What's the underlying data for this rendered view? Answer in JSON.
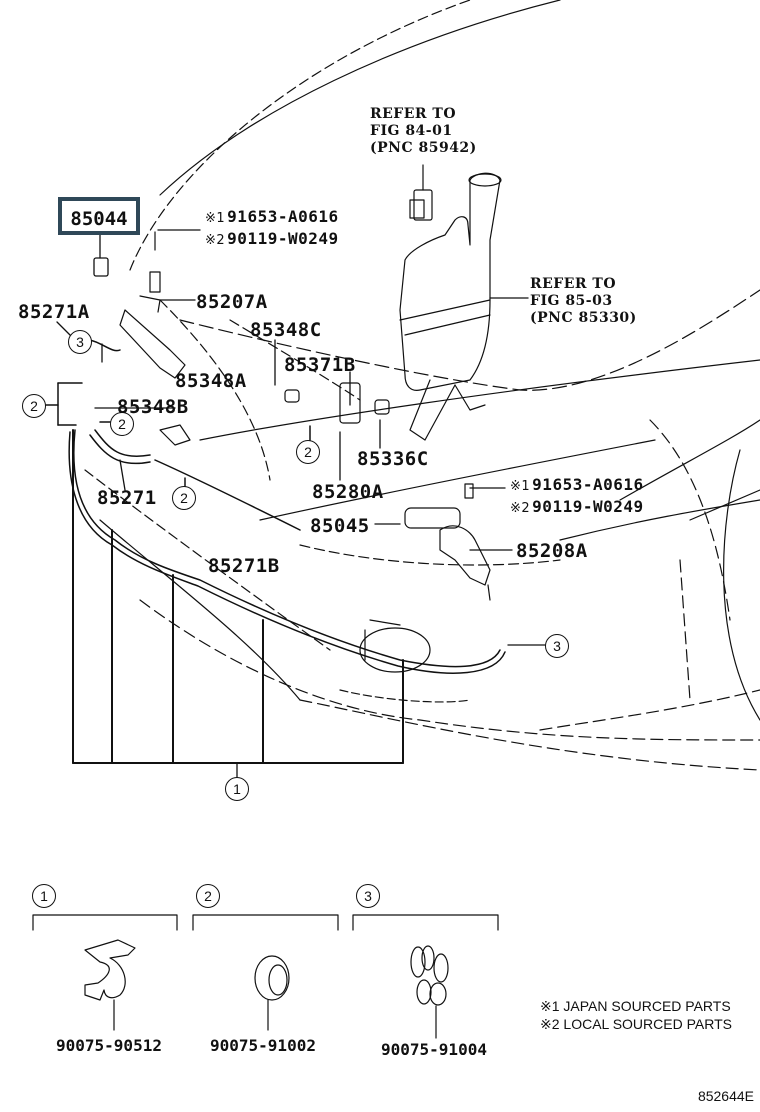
{
  "diagram": {
    "figure_id": "852644E",
    "highlight_color": "#2f4858",
    "highlighted_part": "85044",
    "refer_notes": [
      {
        "line1": "REFER TO",
        "line2": "FIG 84-01",
        "line3": "(PNC 85942)"
      },
      {
        "line1": "REFER TO",
        "line2": "FIG 85-03",
        "line3": "(PNC 85330)"
      }
    ],
    "bolt_refs": [
      {
        "mark1": "※1",
        "part1": "91653-A0616",
        "mark2": "※2",
        "part2": "90119-W0249"
      },
      {
        "mark1": "※1",
        "part1": "91653-A0616",
        "mark2": "※2",
        "part2": "90119-W0249"
      }
    ],
    "part_labels": {
      "p85044": "85044",
      "p85207A": "85207A",
      "p85271A": "85271A",
      "p85348C": "85348C",
      "p85371B": "85371B",
      "p85348A": "85348A",
      "p85348B": "85348B",
      "p85336C": "85336C",
      "p85271": "85271",
      "p85280A": "85280A",
      "p85045": "85045",
      "p85208A": "85208A",
      "p85271B": "85271B"
    },
    "callouts": {
      "c1": "1",
      "c2": "2",
      "c3": "3"
    },
    "clip_groups": [
      {
        "number": "1",
        "part_no": "90075-90512"
      },
      {
        "number": "2",
        "part_no": "90075-91002"
      },
      {
        "number": "3",
        "part_no": "90075-91004"
      }
    ],
    "legend": [
      {
        "mark": "※1",
        "text": "JAPAN SOURCED PARTS"
      },
      {
        "mark": "※2",
        "text": "LOCAL SOURCED PARTS"
      }
    ]
  }
}
